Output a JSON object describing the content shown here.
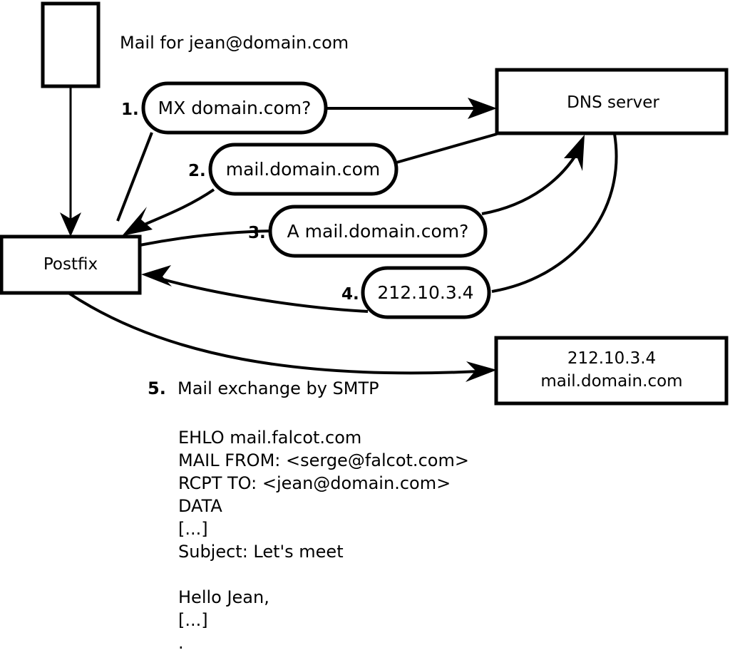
{
  "diagram": {
    "title_text": "Mail for jean@domain.com",
    "nodes": {
      "mail_source": {
        "label": ""
      },
      "postfix": {
        "label": "Postfix"
      },
      "dns_server": {
        "label": "DNS server"
      },
      "mail_server": {
        "line1": "212.10.3.4",
        "line2": "mail.domain.com"
      }
    },
    "steps": [
      {
        "number": "1.",
        "message": "MX domain.com?"
      },
      {
        "number": "2.",
        "message": "mail.domain.com"
      },
      {
        "number": "3.",
        "message": "A mail.domain.com?"
      },
      {
        "number": "4.",
        "message": "212.10.3.4"
      }
    ],
    "step5": {
      "number": "5.",
      "message": "Mail exchange by SMTP"
    },
    "smtp_transcript": [
      "EHLO mail.falcot.com",
      "MAIL FROM: <serge@falcot.com>",
      "RCPT TO: <jean@domain.com>",
      "DATA",
      "[...]",
      "Subject: Let's meet",
      "",
      "Hello Jean,",
      "[...]",
      "."
    ],
    "colors": {
      "stroke": "#000000",
      "fill": "#ffffff",
      "background": "#ffffff"
    }
  }
}
